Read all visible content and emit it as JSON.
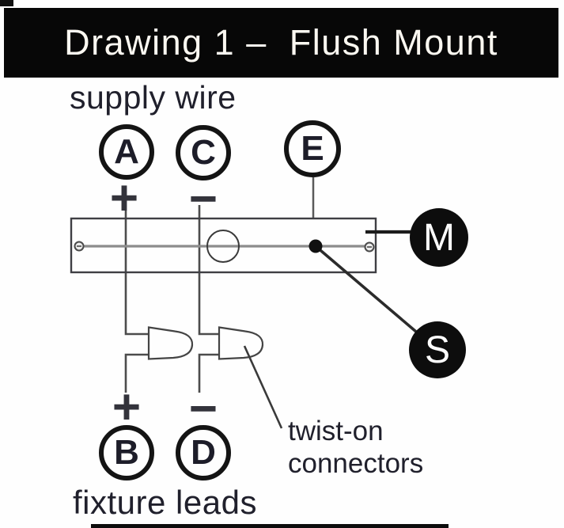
{
  "title_bar": {
    "text": "Drawing 1 –  Flush Mount"
  },
  "labels": {
    "supply_wire": "supply wire",
    "fixture_leads": "fixture leads",
    "twist_on_line1": "twist-on",
    "twist_on_line2": "connectors"
  },
  "terminals": {
    "a": "A",
    "b": "B",
    "c": "C",
    "d": "D",
    "e": "E",
    "m": "M",
    "s": "S"
  },
  "polarity": {
    "supply_plus": "+",
    "supply_minus": "−",
    "fixture_plus": "+",
    "fixture_minus": "−"
  },
  "colors": {
    "title_bar_bg": "#070707",
    "title_text": "#fbf8f1",
    "label_text": "#20202c",
    "diagram_ink": "#3f3f44",
    "strap_gray": "#8c8c8c",
    "callout_fill": "#0d0d0d"
  }
}
